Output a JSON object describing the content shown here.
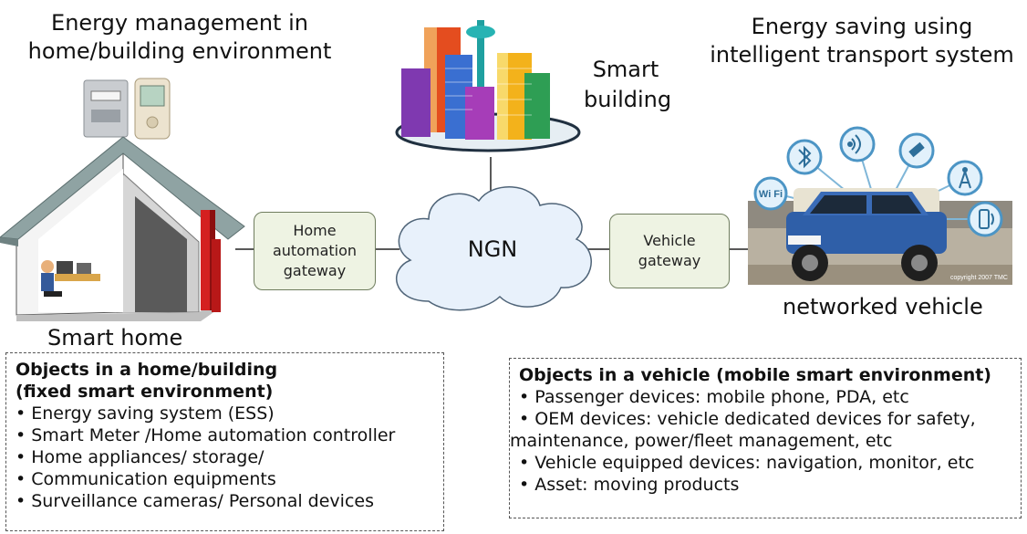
{
  "headings": {
    "energy_home": [
      "Energy management in",
      "home/building environment"
    ],
    "energy_transport": [
      "Energy saving using",
      "intelligent transport system"
    ]
  },
  "labels": {
    "smart_building": [
      "Smart",
      "building"
    ],
    "smart_home": "Smart home",
    "networked_vehicle": "networked vehicle",
    "ngn": "NGN",
    "copyright": "copyright 2007 TMC"
  },
  "gateways": {
    "home": [
      "Home",
      "automation",
      "gateway"
    ],
    "vehicle": [
      "Vehicle",
      "gateway"
    ]
  },
  "home_box": {
    "title": [
      "Objects in a home/building",
      "(fixed smart environment)"
    ],
    "items": [
      "• Energy saving system (ESS)",
      "• Smart Meter /Home automation controller",
      "• Home appliances/ storage/",
      "• Communication equipments",
      "• Surveillance cameras/ Personal devices"
    ]
  },
  "vehicle_box": {
    "title": "Objects in a vehicle (mobile smart environment)",
    "items": [
      "• Passenger devices: mobile phone, PDA, etc",
      "• OEM devices: vehicle dedicated devices for safety,",
      "maintenance, power/fleet management, etc",
      "• Vehicle equipped devices: navigation, monitor, etc",
      "• Asset: moving products"
    ]
  },
  "icons": [
    "wifi-icon",
    "bluetooth-icon",
    "signal-icon",
    "satellite-icon",
    "antenna-icon",
    "phone-icon"
  ],
  "colors": {
    "gateway_fill": "#eef3e3",
    "cloud_fill": "#e8f1fb",
    "roof": "#8fa3a3",
    "chimney": "#d42020",
    "car": "#2f5fa8"
  }
}
